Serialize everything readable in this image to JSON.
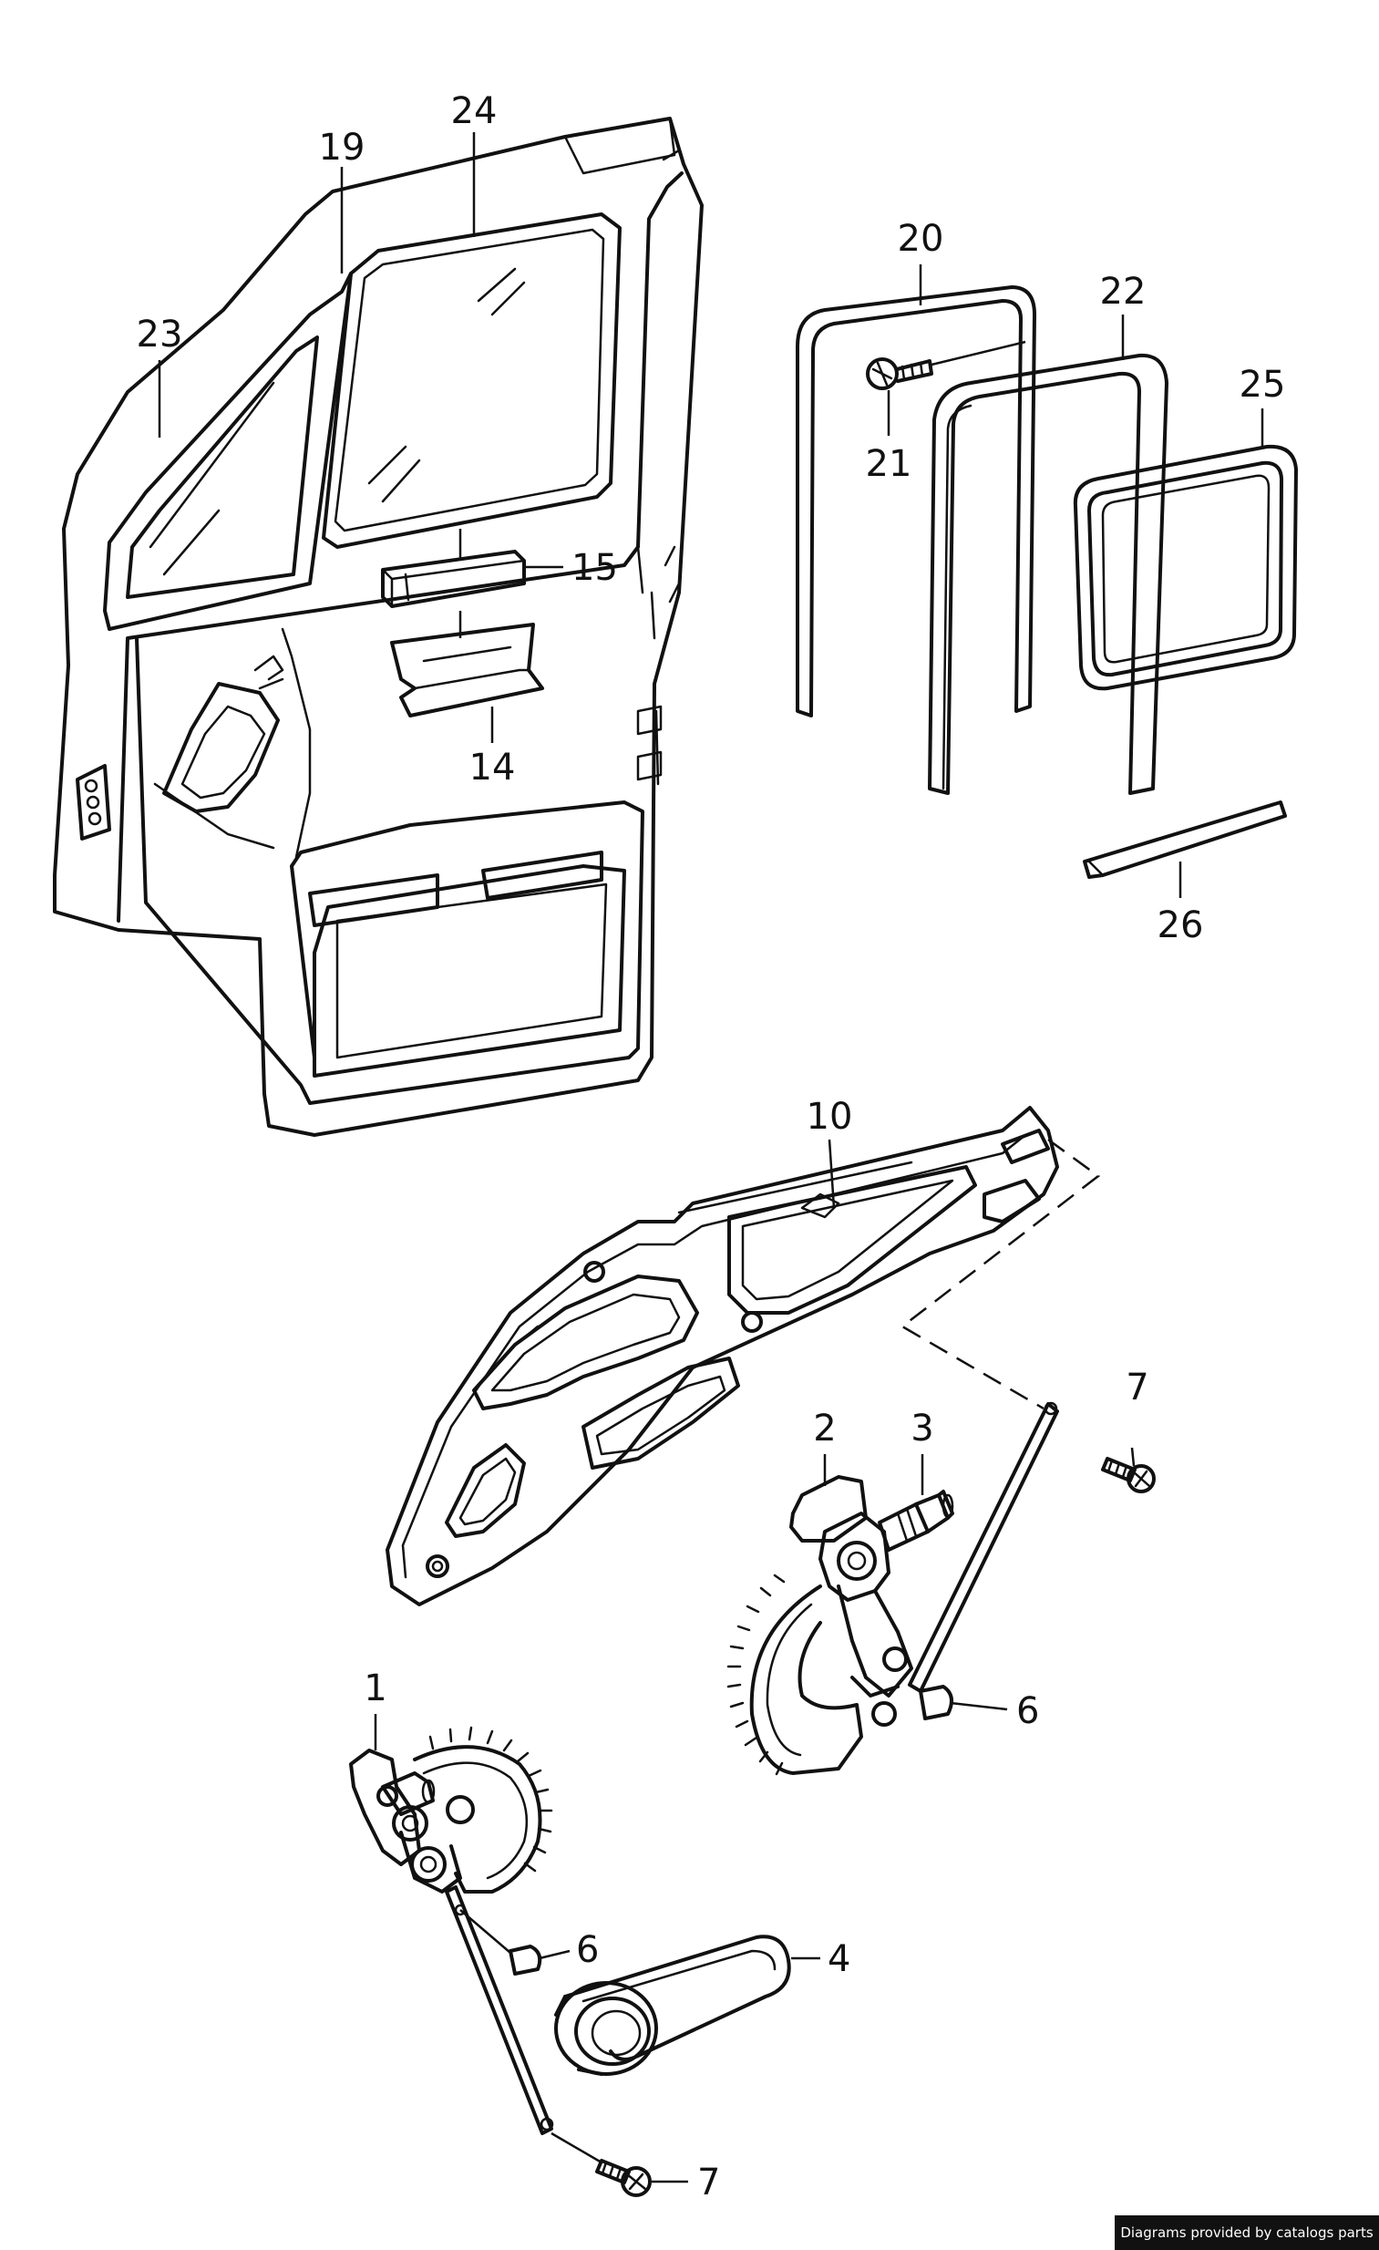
{
  "diagram": {
    "labels": [
      "1",
      "2",
      "3",
      "4",
      "6",
      "6",
      "7",
      "7",
      "10",
      "14",
      "15",
      "19",
      "20",
      "21",
      "22",
      "23",
      "24",
      "25",
      "26"
    ]
  },
  "footer": {
    "credit": "Diagrams provided by catalogs parts"
  }
}
